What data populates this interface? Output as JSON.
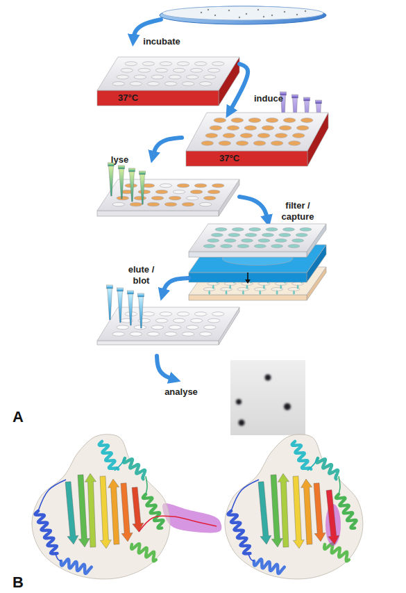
{
  "diagram": {
    "nodes": [
      {
        "text": [
          "37°C"
        ]
      },
      {
        "text": [
          "37°C"
        ]
      }
    ],
    "edges": [
      {
        "from": 0,
        "to": 1,
        "arrow": "to",
        "label": "induce"
      }
    ],
    "labels": [
      "incubate",
      "lyse",
      "filter / capture",
      "elute / blot",
      "analyse",
      "A",
      "B"
    ]
  }
}
